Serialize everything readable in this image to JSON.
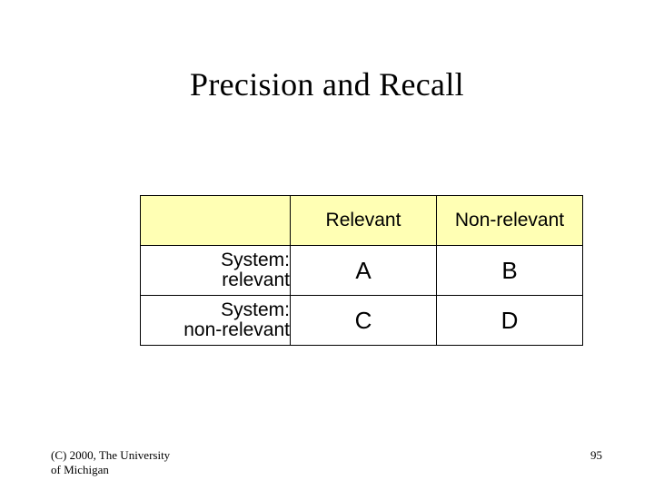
{
  "slide": {
    "title": "Precision and Recall",
    "table": {
      "header": [
        "",
        "Relevant",
        "Non-relevant"
      ],
      "rows": [
        {
          "label_line1": "System:",
          "label_line2": "relevant",
          "cells": [
            "A",
            "B"
          ]
        },
        {
          "label_line1": "System:",
          "label_line2": "non-relevant",
          "cells": [
            "C",
            "D"
          ]
        }
      ],
      "header_fill": "#ffffb4",
      "border_color": "#000000"
    },
    "footer": {
      "copyright_line1": "(C) 2000, The University",
      "copyright_line2": "of Michigan",
      "page_number": "95"
    }
  }
}
